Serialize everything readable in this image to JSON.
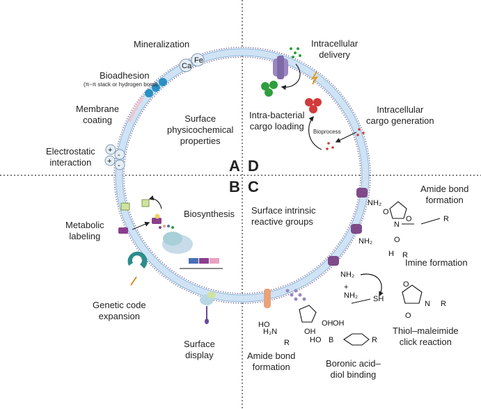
{
  "quadrants": {
    "a": "A",
    "b": "B",
    "c": "C",
    "d": "D"
  },
  "center": {
    "top_left": "Surface\nphysicochemical\nproperties",
    "bottom_right": "Surface intrinsic\nreactive groups",
    "bottom_left": "Biosynthesis",
    "top_right": "Intra-bacterial\ncargo loading"
  },
  "labels": {
    "mineralization": "Mineralization",
    "bioadhesion": "Bioadhesion",
    "bioadhesion_note": "(π–π stack or hydrogen bond)",
    "membrane_coating": "Membrane\ncoating",
    "electrostatic": "Electrostatic\ninteraction",
    "metabolic_labeling": "Metabolic\nlabeling",
    "genetic_code": "Genetic code\nexpansion",
    "surface_display": "Surface\ndisplay",
    "intracellular_delivery": "Intracellular\ndelivery",
    "intracellular_generation": "Intracellular\ncargo generation",
    "bioprocess": "Bioprocess",
    "amide_bond_top": "Amide bond\nformation",
    "imine_formation": "Imine formation",
    "thiol_maleimide": "Thiol–maleimide\nclick reaction",
    "boronic_acid": "Boronic acid–\ndiol binding",
    "amide_bond_bottom": "Amide bond\nformation"
  },
  "chem": {
    "ca": "Ca",
    "fe": "Fe",
    "nh2": "NH₂",
    "nh2_b": "NH₂",
    "nh2_c": "NH₂",
    "h2n": "H₂N",
    "r": "R",
    "h": "H",
    "o": "O",
    "n": "N",
    "ho": "HO",
    "oh": "OH",
    "sh": "SH",
    "b": "B",
    "nh2_plus": "NH₂",
    "plus": "+",
    "nh": "N",
    "h_small": "H"
  },
  "colors": {
    "membrane": "#cfe3f5",
    "membrane_edge": "#8ab3d8",
    "dots": "#5a4a8a",
    "divider": "#333333"
  }
}
